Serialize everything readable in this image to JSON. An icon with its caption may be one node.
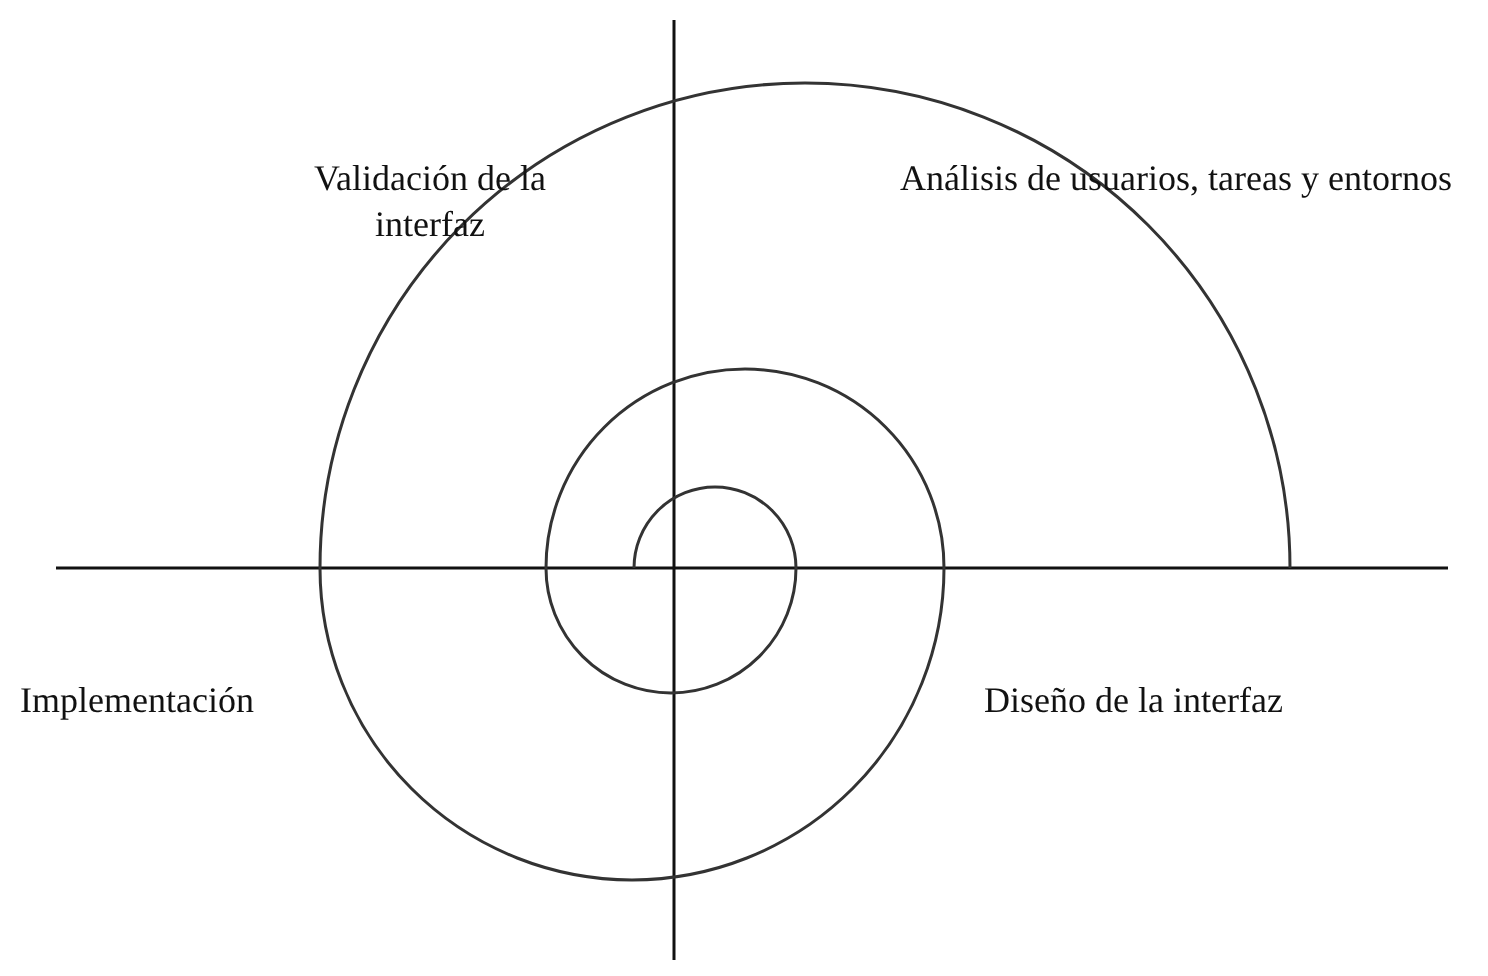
{
  "diagram": {
    "labels": [
      "Validación de la interfaz",
      "Análisis de usuarios, tareas y entornos",
      "Implementación",
      "Diseño de la interfaz"
    ]
  }
}
